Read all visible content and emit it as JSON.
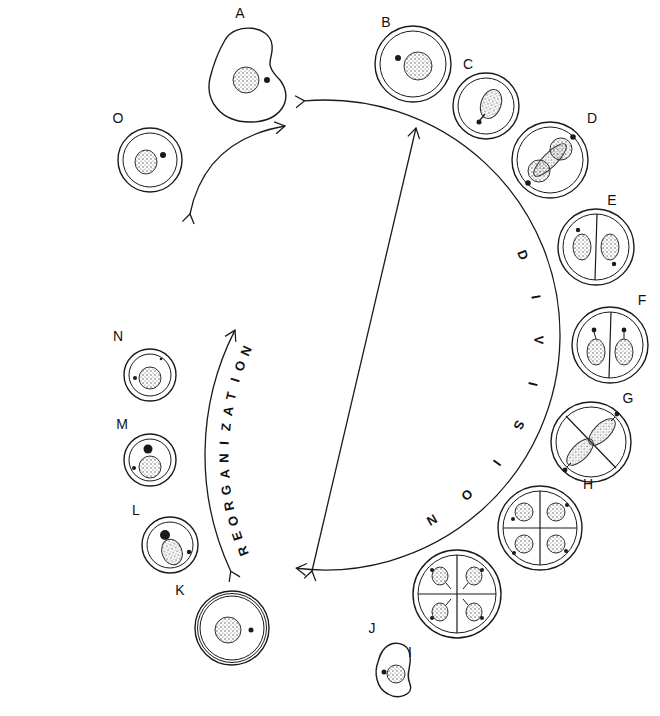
{
  "diagram": {
    "labels": [
      "A",
      "B",
      "C",
      "D",
      "E",
      "F",
      "G",
      "H",
      "I",
      "J",
      "K",
      "L",
      "M",
      "N",
      "O",
      "DIVISION",
      "REORGANIZATION"
    ]
  }
}
